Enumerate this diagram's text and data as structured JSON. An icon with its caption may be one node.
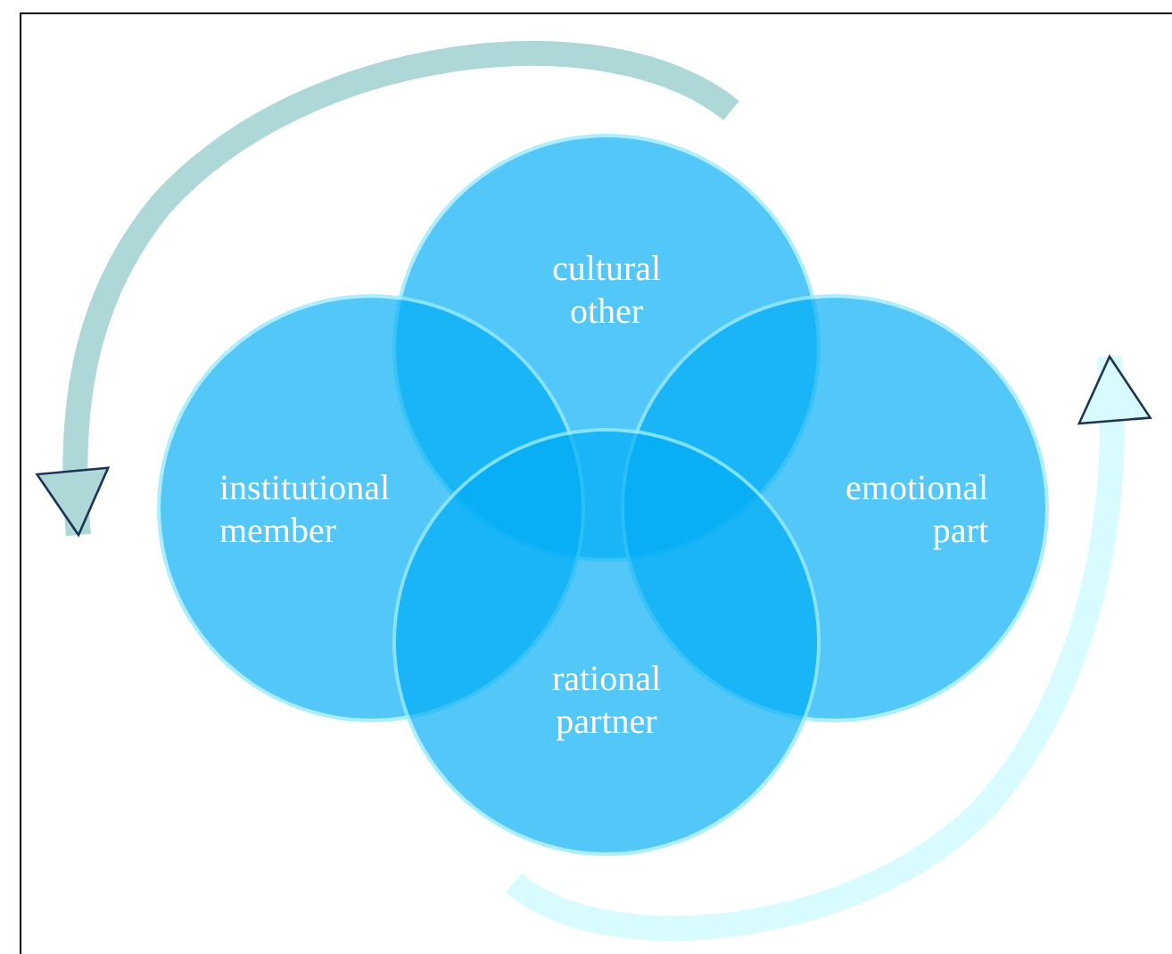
{
  "diagram": {
    "nodes": [
      {
        "text": [
          "cultural other"
        ]
      },
      {
        "text": [
          "institutional member"
        ]
      },
      {
        "text": [
          "emotional part"
        ]
      },
      {
        "text": [
          "rational partner"
        ]
      }
    ],
    "edges": [
      {
        "from": 0,
        "to": 1,
        "arrow": "to"
      },
      {
        "from": 3,
        "to": 2,
        "arrow": "to"
      }
    ]
  }
}
